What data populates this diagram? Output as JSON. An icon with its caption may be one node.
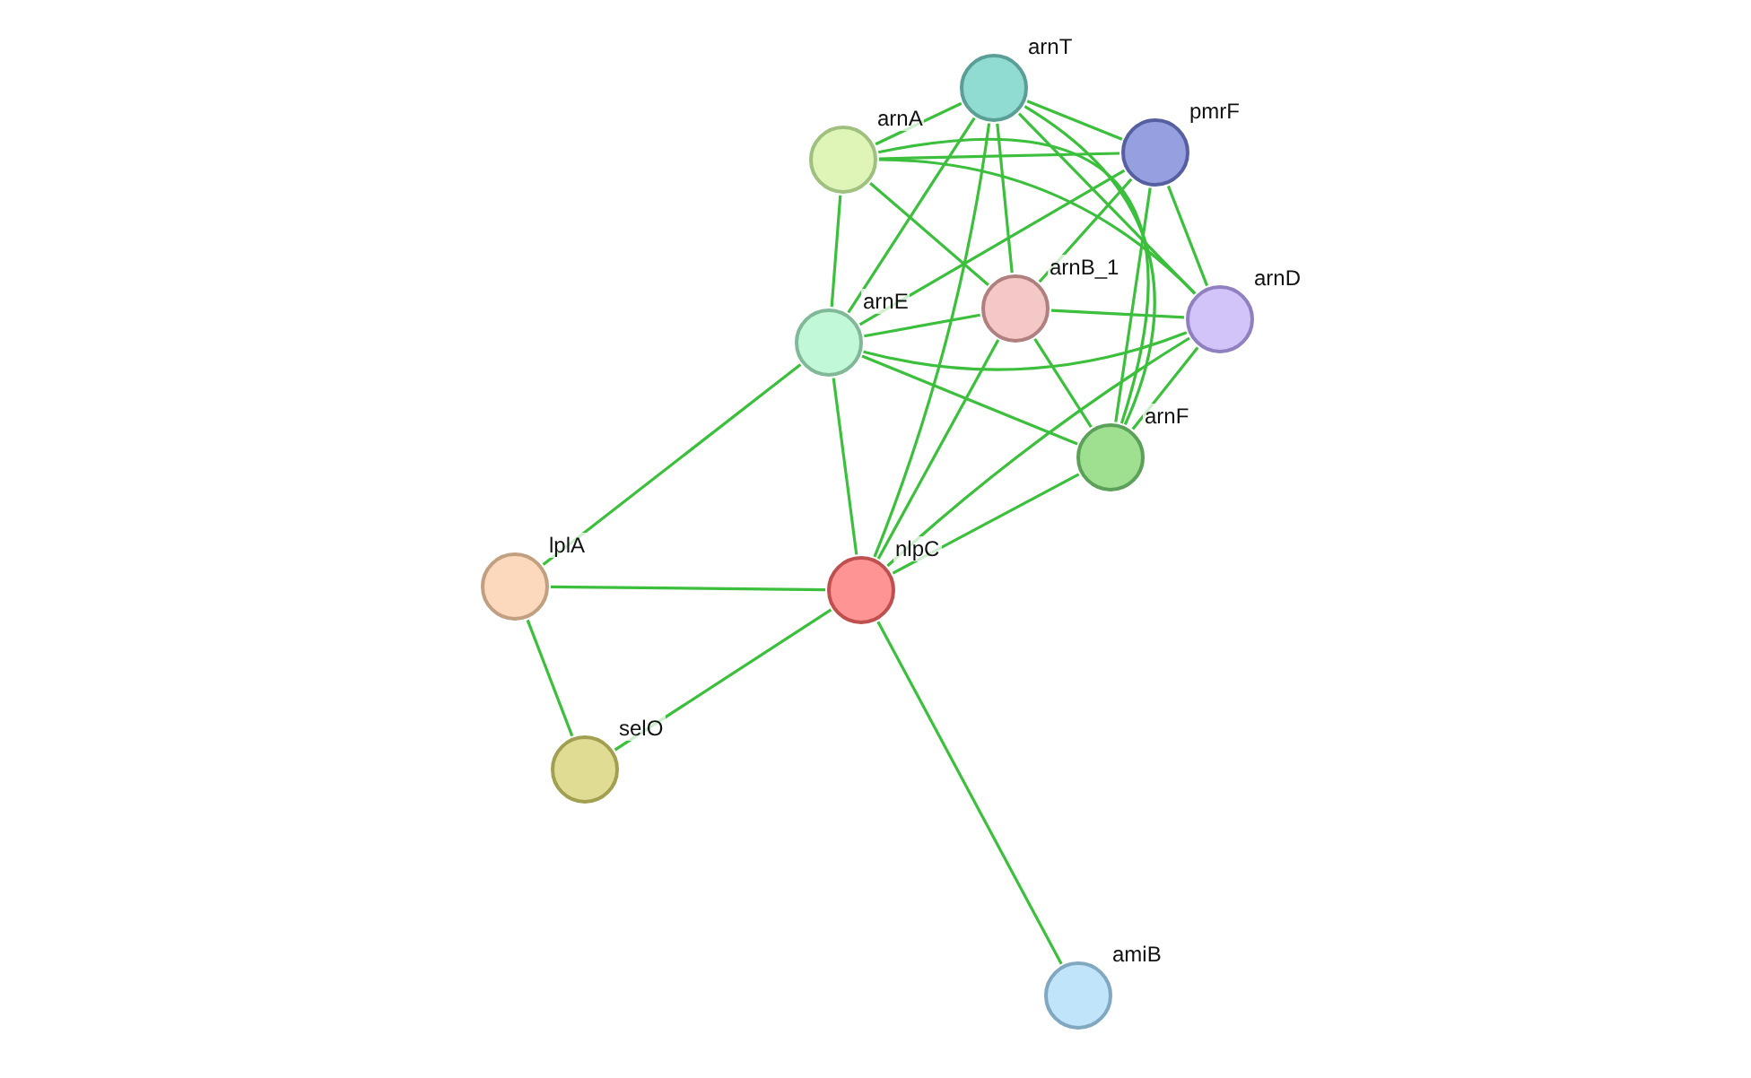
{
  "diagram": {
    "nodes": [
      {
        "text": [
          "arnT"
        ]
      },
      {
        "text": [
          "pmrF"
        ]
      },
      {
        "text": [
          "arnA"
        ]
      },
      {
        "text": [
          "arnB_1"
        ]
      },
      {
        "text": [
          "arnD"
        ]
      },
      {
        "text": [
          "arnE"
        ]
      },
      {
        "text": [
          "arnF"
        ]
      },
      {
        "text": [
          "lplA"
        ]
      },
      {
        "text": [
          "nlpC"
        ]
      },
      {
        "text": [
          "selO"
        ]
      },
      {
        "text": [
          "amiB"
        ]
      }
    ],
    "edges": [
      {
        "from": 0,
        "to": 1,
        "arrow": "none"
      },
      {
        "from": 0,
        "to": 2,
        "arrow": "none"
      },
      {
        "from": 0,
        "to": 3,
        "arrow": "none"
      },
      {
        "from": 0,
        "to": 4,
        "arrow": "none"
      },
      {
        "from": 0,
        "to": 5,
        "arrow": "none"
      },
      {
        "from": 0,
        "to": 6,
        "arrow": "none"
      },
      {
        "from": 1,
        "to": 2,
        "arrow": "none"
      },
      {
        "from": 1,
        "to": 3,
        "arrow": "none"
      },
      {
        "from": 1,
        "to": 4,
        "arrow": "none"
      },
      {
        "from": 1,
        "to": 5,
        "arrow": "none"
      },
      {
        "from": 1,
        "to": 6,
        "arrow": "none"
      },
      {
        "from": 2,
        "to": 3,
        "arrow": "none"
      },
      {
        "from": 2,
        "to": 4,
        "arrow": "none"
      },
      {
        "from": 2,
        "to": 5,
        "arrow": "none"
      },
      {
        "from": 2,
        "to": 6,
        "arrow": "none"
      },
      {
        "from": 3,
        "to": 4,
        "arrow": "none"
      },
      {
        "from": 3,
        "to": 5,
        "arrow": "none"
      },
      {
        "from": 3,
        "to": 6,
        "arrow": "none"
      },
      {
        "from": 4,
        "to": 5,
        "arrow": "none"
      },
      {
        "from": 4,
        "to": 6,
        "arrow": "none"
      },
      {
        "from": 5,
        "to": 6,
        "arrow": "none"
      },
      {
        "from": 8,
        "to": 0,
        "arrow": "none"
      },
      {
        "from": 8,
        "to": 3,
        "arrow": "none"
      },
      {
        "from": 8,
        "to": 4,
        "arrow": "none"
      },
      {
        "from": 8,
        "to": 5,
        "arrow": "none"
      },
      {
        "from": 8,
        "to": 6,
        "arrow": "none"
      },
      {
        "from": 7,
        "to": 5,
        "arrow": "none"
      },
      {
        "from": 7,
        "to": 8,
        "arrow": "none"
      },
      {
        "from": 7,
        "to": 9,
        "arrow": "none"
      },
      {
        "from": 8,
        "to": 9,
        "arrow": "none"
      },
      {
        "from": 8,
        "to": 10,
        "arrow": "none"
      }
    ]
  }
}
